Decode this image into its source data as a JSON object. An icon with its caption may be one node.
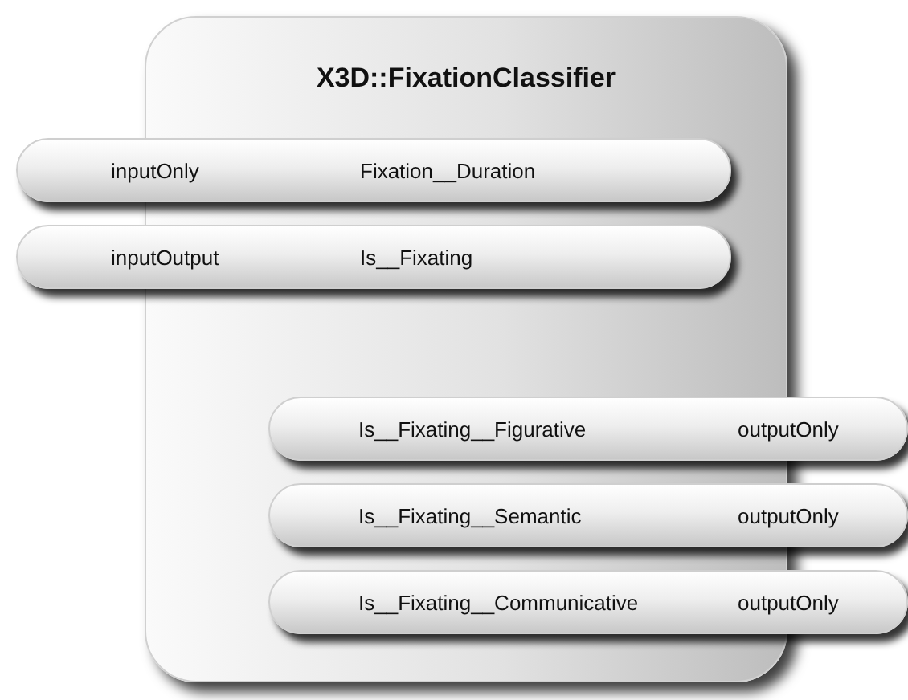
{
  "diagram": {
    "nodes": [
      {
        "text": [
          "X3D::FixationClassifier"
        ]
      },
      {
        "text": [
          "inputOnly",
          "Fixation__Duration"
        ]
      },
      {
        "text": [
          "inputOutput",
          "Is__Fixating"
        ]
      },
      {
        "text": [
          "Is__Fixating__Figurative",
          "outputOnly"
        ]
      },
      {
        "text": [
          "Is__Fixating__Semantic",
          "outputOnly"
        ]
      },
      {
        "text": [
          "Is__Fixating__Communicative",
          "outputOnly"
        ]
      }
    ]
  }
}
